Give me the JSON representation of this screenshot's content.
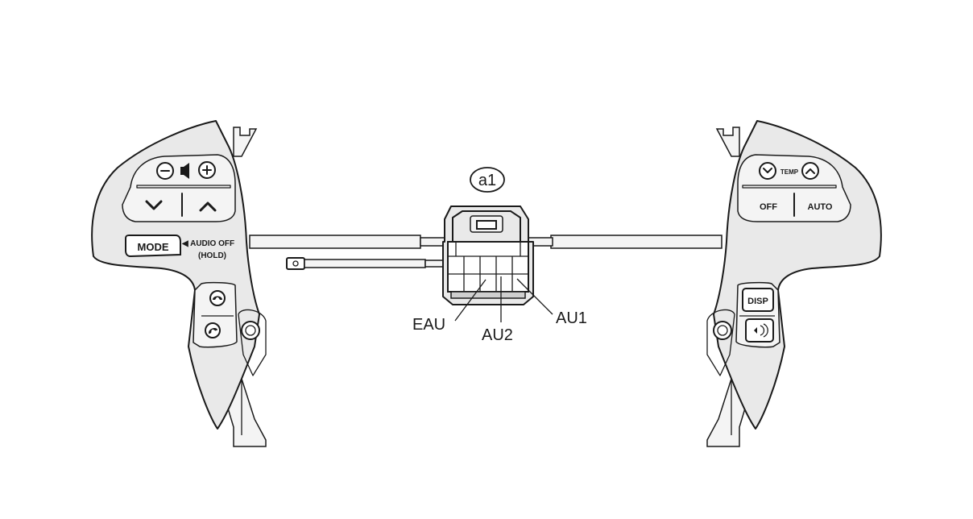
{
  "callout": "a1",
  "terminals": {
    "eau": "EAU",
    "au2": "AU2",
    "au1": "AU1"
  },
  "left_switch": {
    "mode": "MODE",
    "audio_off": "◀ AUDIO OFF",
    "hold": "(HOLD)"
  },
  "right_switch": {
    "temp": "TEMP",
    "off": "OFF",
    "auto": "AUTO",
    "disp": "DISP"
  }
}
